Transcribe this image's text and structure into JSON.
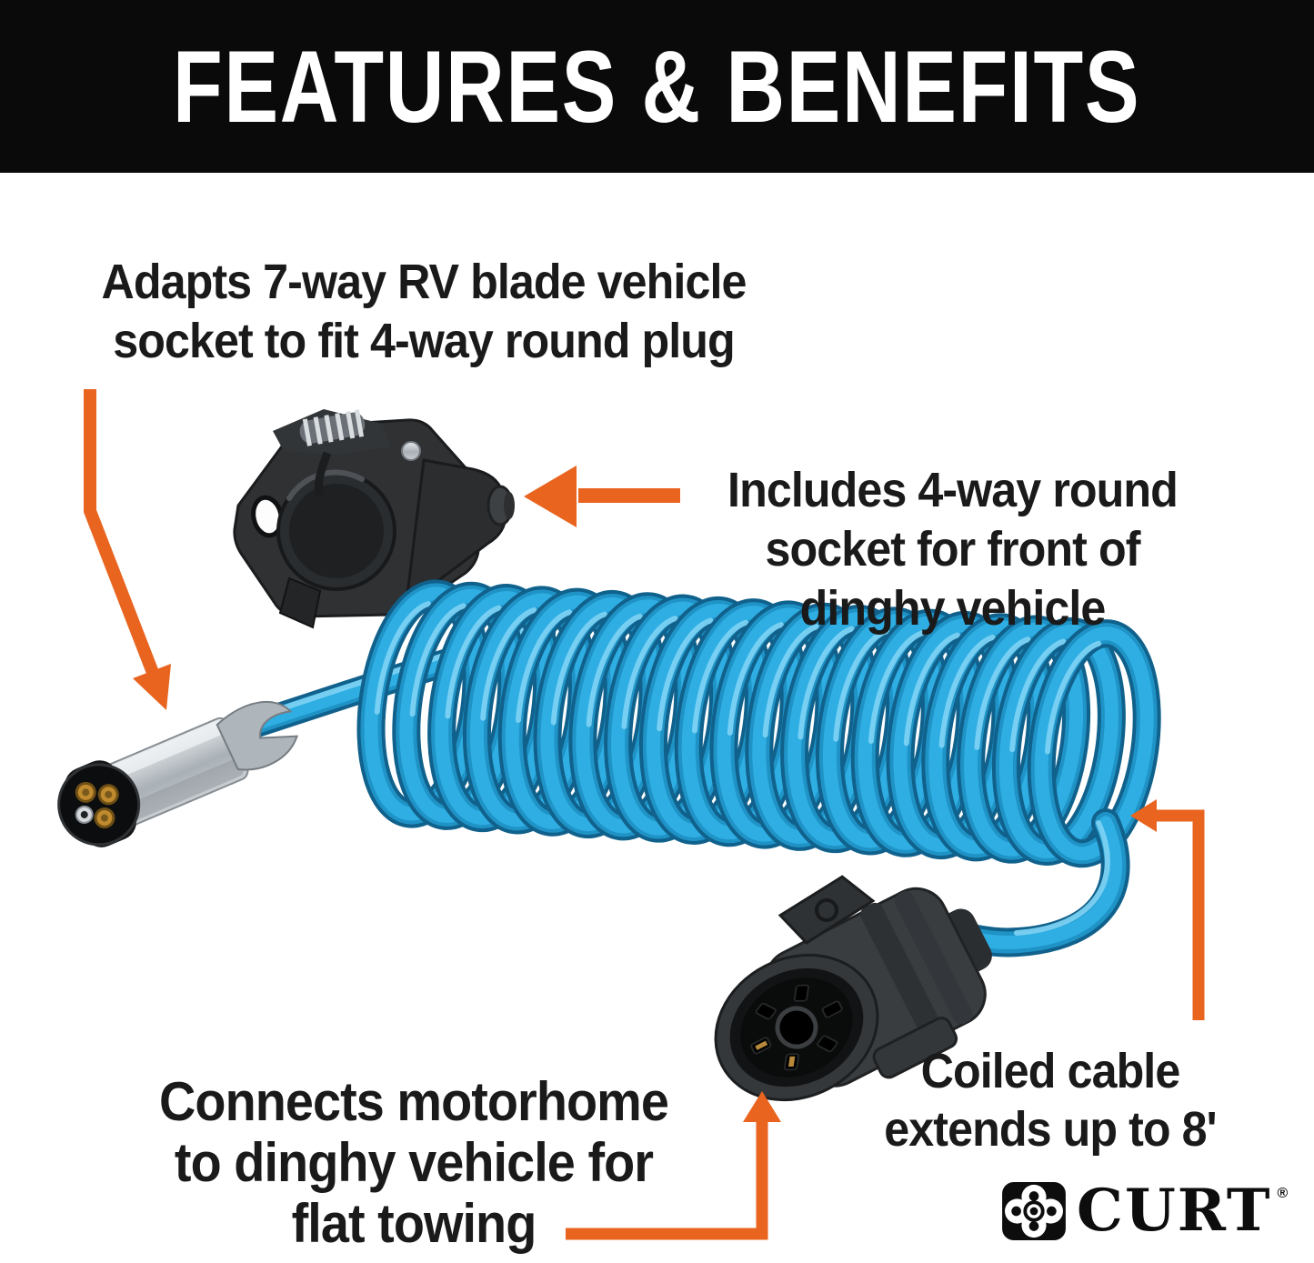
{
  "header": {
    "title": "FEATURES & BENEFITS"
  },
  "annotations": {
    "adapts": {
      "text": "Adapts 7-way RV blade vehicle\nsocket to fit 4-way round plug"
    },
    "includes": {
      "text": "Includes 4-way round\nsocket for front of\ndinghy vehicle"
    },
    "connects": {
      "text": "Connects motorhome\nto dinghy vehicle for\nflat towing"
    },
    "coiled": {
      "text": "Coiled cable\nextends up to 8'"
    }
  },
  "brand": {
    "name": "CURT",
    "registered": "®"
  },
  "icons": {
    "curt_clover_icon": "curt-clover-mark",
    "arrows": [
      "adapts-arrow",
      "includes-arrow",
      "coiled-arrow",
      "connects-arrow"
    ]
  },
  "colors": {
    "header_bg": "#0A0A0A",
    "text_color": "#1A1A1A",
    "accent_orange": "#E8641F",
    "cable_blue": "#2FAEE3",
    "cable_blue_mid": "#1F93C6",
    "cable_blue_dark": "#10618C",
    "cable_highlight": "#7FD4F4"
  }
}
